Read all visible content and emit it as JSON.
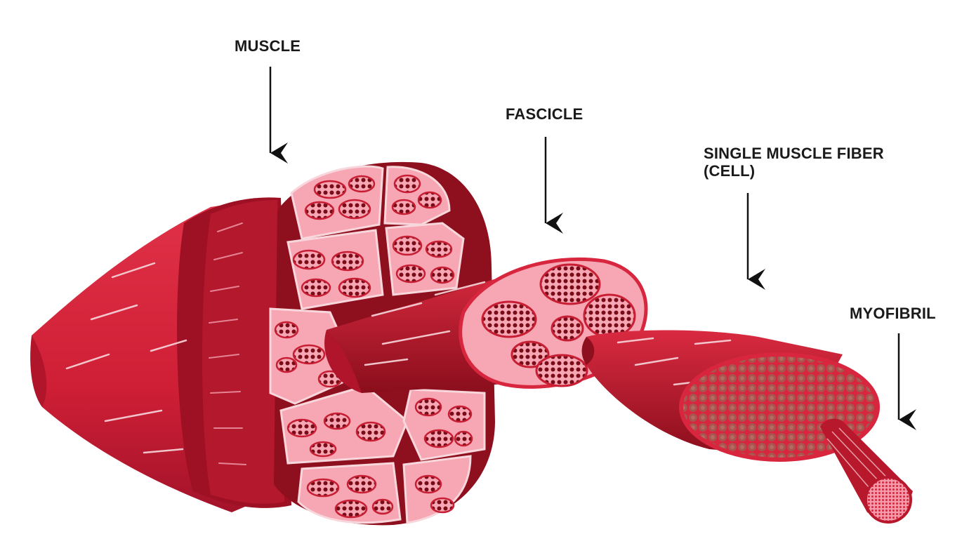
{
  "labels": {
    "muscle": "MUSCLE",
    "fascicle": "FASCICLE",
    "fiber_line1": "SINGLE MUSCLE FIBER",
    "fiber_line2": "(CELL)",
    "myofibril": "MYOFIBRIL"
  },
  "colors": {
    "muscle_red": "#d7263d",
    "dark_red": "#8e0f1d",
    "mid_red": "#b8182b",
    "pink": "#f7a6b4",
    "light_pink": "#fbc9d2",
    "dot": "#7a0c18",
    "fiber_tan": "#a8544f",
    "highlight": "#f8d7dc",
    "arrow": "#111111"
  }
}
